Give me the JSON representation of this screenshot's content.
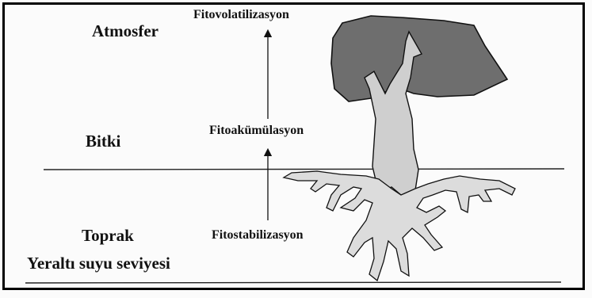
{
  "zones": {
    "atmosphere": "Atmosfer",
    "plant": "Bitki",
    "soil": "Toprak",
    "groundwater": "Yeraltı suyu seviyesi"
  },
  "processes": {
    "volatilization": "Fitovolatilizasyon",
    "accumulation": "Fitoakümülasyon",
    "stabilization": "Fitostabilizasyon"
  },
  "colors": {
    "crown": "#6e6e6e",
    "trunk": "#cfcfcf",
    "roots": "#dcdcdc",
    "outline": "#111111"
  }
}
